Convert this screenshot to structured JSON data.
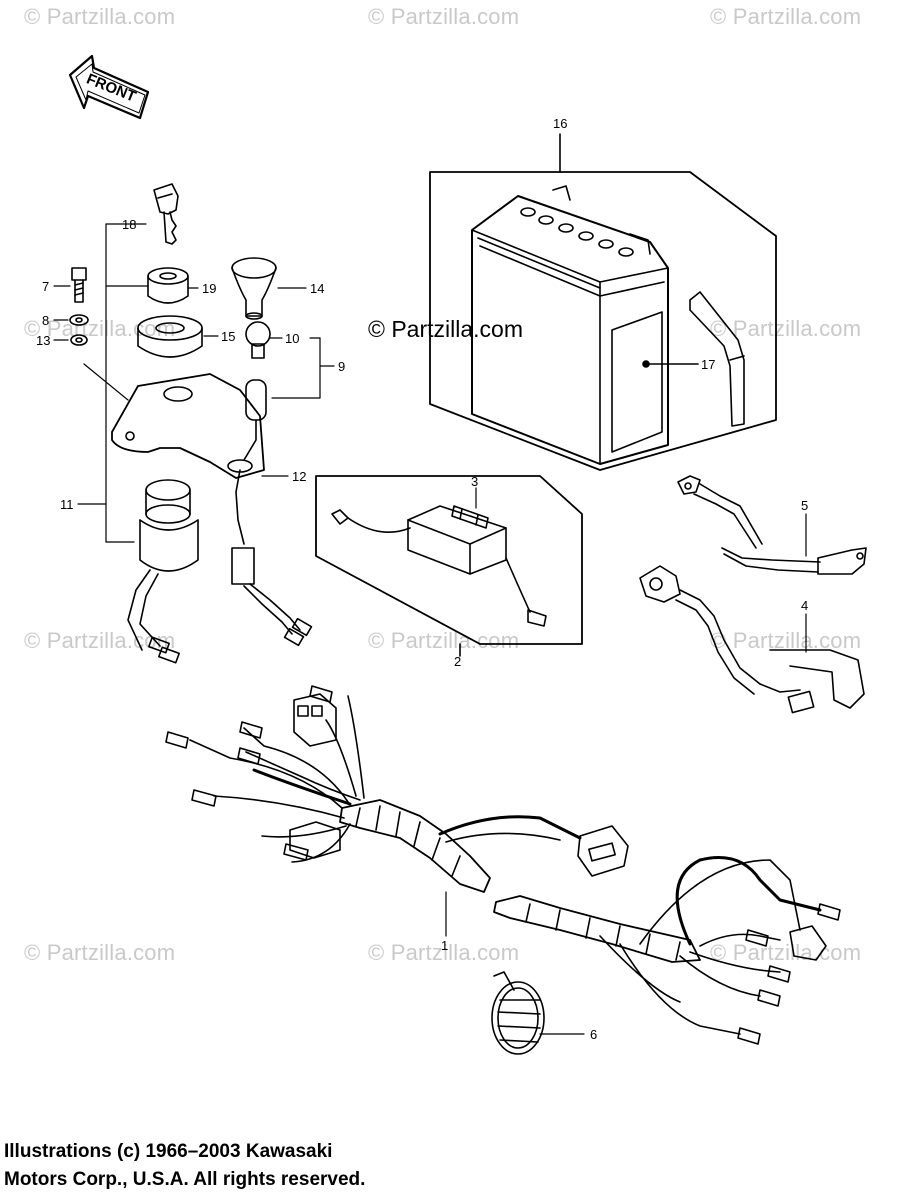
{
  "watermark": {
    "text": "© Partzilla.com"
  },
  "front_label": "FRONT",
  "callouts": {
    "n1": "1",
    "n2": "2",
    "n3": "3",
    "n4": "4",
    "n5": "5",
    "n6": "6",
    "n7": "7",
    "n8": "8",
    "n9": "9",
    "n10": "10",
    "n11": "11",
    "n12": "12",
    "n13": "13",
    "n14": "14",
    "n15": "15",
    "n16": "16",
    "n17": "17",
    "n18": "18",
    "n19": "19"
  },
  "copyright": {
    "line1": "Illustrations (c) 1966–2003 Kawasaki",
    "line2": "Motors Corp., U.S.A.  All rights reserved."
  }
}
